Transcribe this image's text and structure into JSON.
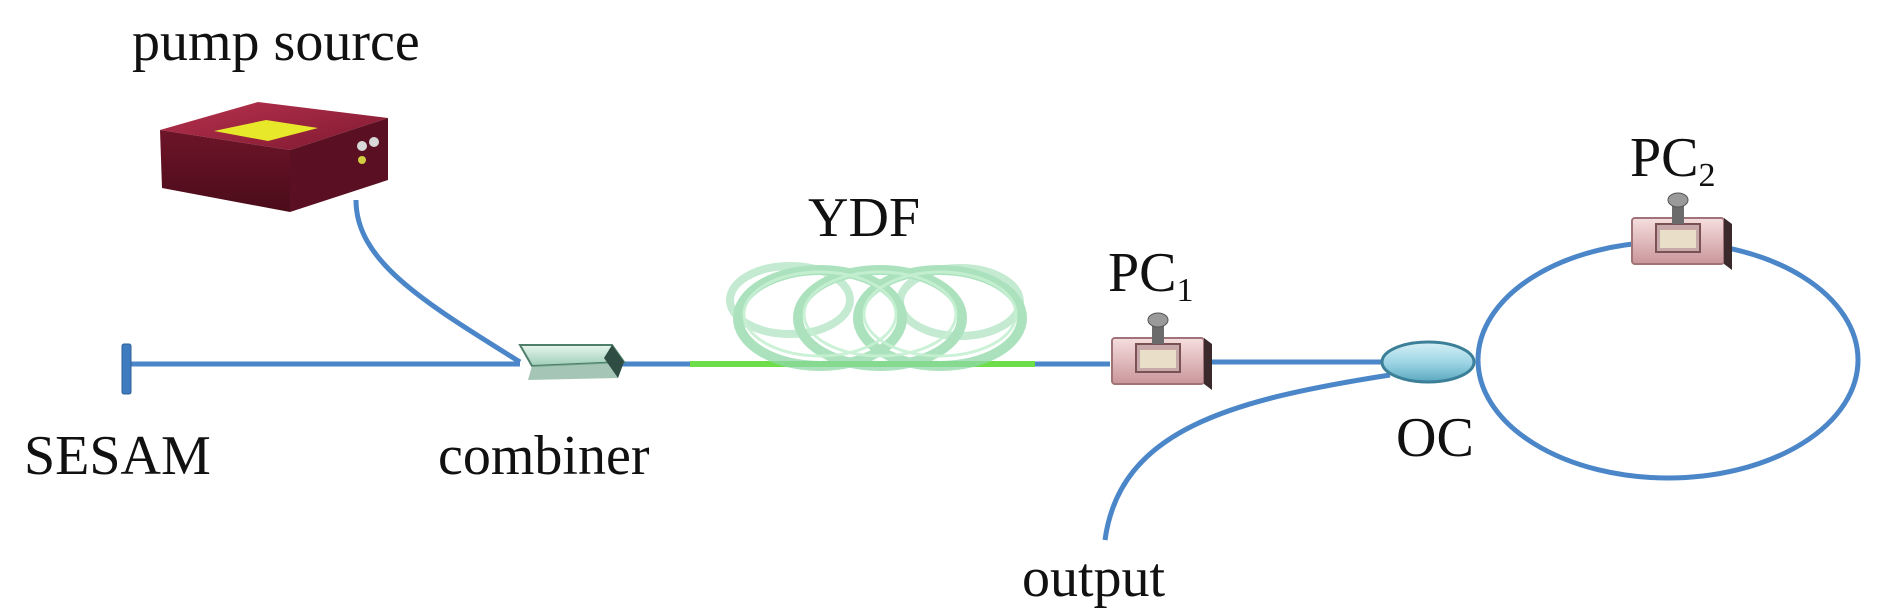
{
  "labels": {
    "pump_source": "pump source",
    "sesam": "SESAM",
    "combiner": "combiner",
    "ydf": "YDF",
    "pc1": {
      "base": "PC",
      "sub": "1"
    },
    "pc2": {
      "base": "PC",
      "sub": "2"
    },
    "oc": "OC",
    "output": "output"
  },
  "colors": {
    "fiber": "#4a86c8",
    "gain_fiber": "#6dde4a",
    "ydf_coil": "#8fd9a8",
    "pump_body": "#9c1f3a",
    "pump_window": "#e8e82a",
    "oc": "#9fd6e6",
    "pc_body": "#e9c2c2",
    "text": "#111111"
  }
}
